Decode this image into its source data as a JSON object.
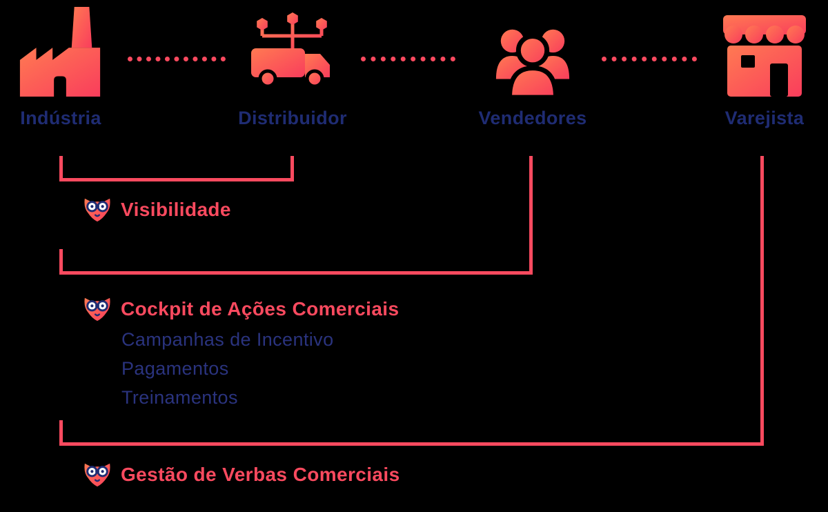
{
  "colors": {
    "background": "#000000",
    "coral_accent": "#FA4A5F",
    "navy_text": "#1F2C73",
    "icon_gradient_start": "#FF7A52",
    "icon_gradient_end": "#F93D5C"
  },
  "entities": [
    {
      "label": "Indústria",
      "icon": "factory-icon"
    },
    {
      "label": "Distribuidor",
      "icon": "distribution-truck-icon"
    },
    {
      "label": "Vendedores",
      "icon": "salespeople-icon"
    },
    {
      "label": "Varejista",
      "icon": "storefront-icon"
    }
  ],
  "annotations": [
    {
      "title": "Visibilidade",
      "items": []
    },
    {
      "title": "Cockpit de Ações Comerciais",
      "items": [
        "Campanhas de Incentivo",
        "Pagamentos",
        "Treinamentos"
      ]
    },
    {
      "title": "Gestão de Verbas Comerciais",
      "items": []
    }
  ]
}
